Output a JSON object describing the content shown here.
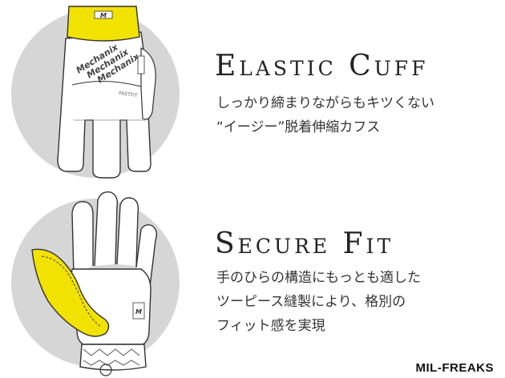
{
  "features": [
    {
      "title": "Elastic Cuff",
      "lines": [
        "しっかり締まりながらもキツくない",
        "“イージー”脱着伸縮カフス"
      ]
    },
    {
      "title": "Secure Fit",
      "lines": [
        "手のひらの構造にもっとも適した",
        "ツーピース縫製により、格別の",
        "フィット感を実現"
      ]
    }
  ],
  "glove_back": {
    "brand_lines": [
      "Mechanix",
      "Mechanix",
      "Mechanix"
    ],
    "cuff_brand": "M",
    "label": "FASTFIT"
  },
  "glove_palm": {
    "tag": "M"
  },
  "watermark": "MIL-FREAKS",
  "colors": {
    "accent_yellow": "#f2e200",
    "circle_gray": "#d6d6d6",
    "outline": "#333333"
  }
}
